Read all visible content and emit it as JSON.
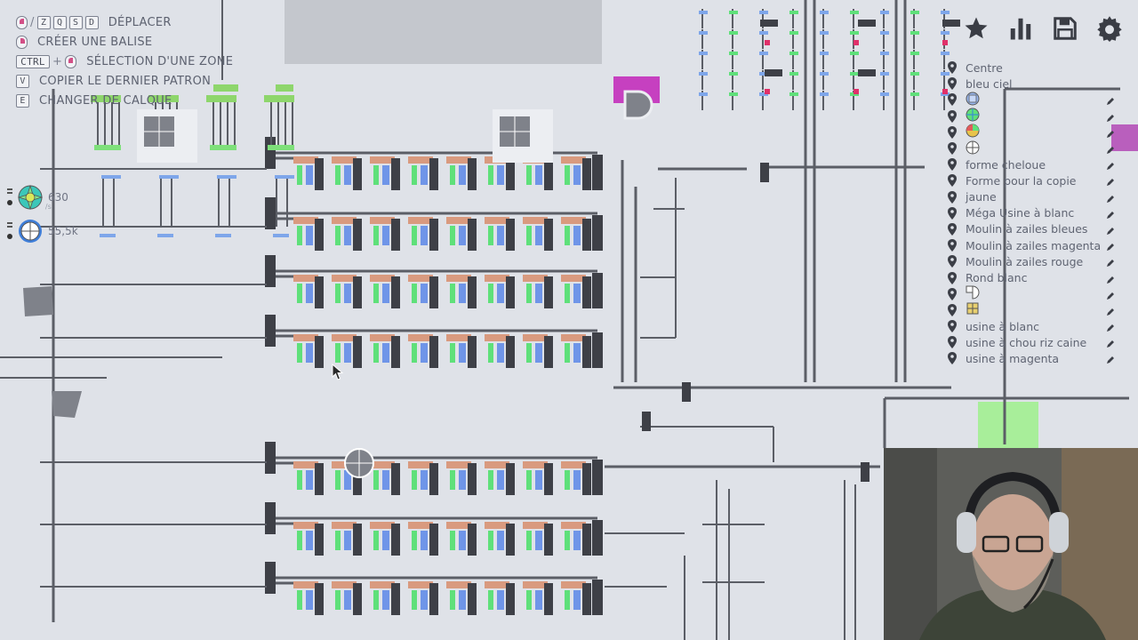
{
  "hints": [
    {
      "keys": [
        "Z",
        "Q",
        "S",
        "D"
      ],
      "mouse": "left",
      "separator": "/",
      "label": "DÉPLACER"
    },
    {
      "keys": [],
      "mouse": "right",
      "label": "CRÉER UNE BALISE"
    },
    {
      "keys": [
        "CTRL"
      ],
      "plus": "+",
      "mouse": "left",
      "label": "SÉLECTION D'UNE ZONE"
    },
    {
      "keys": [
        "V"
      ],
      "label": "COPIER LE DERNIER PATRON"
    },
    {
      "keys": [
        "E"
      ],
      "label": "CHANGER DE CALQUE"
    }
  ],
  "resources": [
    {
      "value": "630",
      "sub": "/s",
      "icon": "multicolor-shape-icon"
    },
    {
      "value": "55,5k",
      "sub": "",
      "icon": "white-circle-shape-icon"
    }
  ],
  "toolbar": {
    "icons": [
      "star-icon",
      "stats-chart-icon",
      "save-icon",
      "gear-icon"
    ]
  },
  "markers": [
    {
      "label": "Centre",
      "shape": ""
    },
    {
      "label": "bleu ciel",
      "shape": ""
    },
    {
      "label": "",
      "shape": "blue-square-shape"
    },
    {
      "label": "",
      "shape": "green-circle-shape"
    },
    {
      "label": "",
      "shape": "mixed-circle-shape"
    },
    {
      "label": "",
      "shape": "white-circle-shape"
    },
    {
      "label": "forme cheloue",
      "shape": ""
    },
    {
      "label": "Forme pour la copie",
      "shape": ""
    },
    {
      "label": "jaune",
      "shape": ""
    },
    {
      "label": "Méga Usine à blanc",
      "shape": ""
    },
    {
      "label": "Moulin à zailes bleues",
      "shape": ""
    },
    {
      "label": "Moulin à zailes magenta",
      "shape": ""
    },
    {
      "label": "Moulin à zailes rouge",
      "shape": ""
    },
    {
      "label": "Rond blanc",
      "shape": ""
    },
    {
      "label": "",
      "shape": "white-half-shape"
    },
    {
      "label": "",
      "shape": "yellow-square-shape"
    },
    {
      "label": "usine à blanc",
      "shape": ""
    },
    {
      "label": "usine à chou riz caine",
      "shape": ""
    },
    {
      "label": "usine à magenta",
      "shape": ""
    }
  ],
  "colors": {
    "background": "#dfe2e8",
    "belt": "#5b5e66",
    "machine": "#3e4047",
    "painter_top": "#d99a7f",
    "stacker_green": "#5fe07a",
    "stacker_blue": "#6f95e8",
    "splitter_green": "#8ed66c",
    "balancer_blue": "#7ea6ea",
    "accent_magenta": "#c640c0",
    "text": "#5f6472"
  }
}
